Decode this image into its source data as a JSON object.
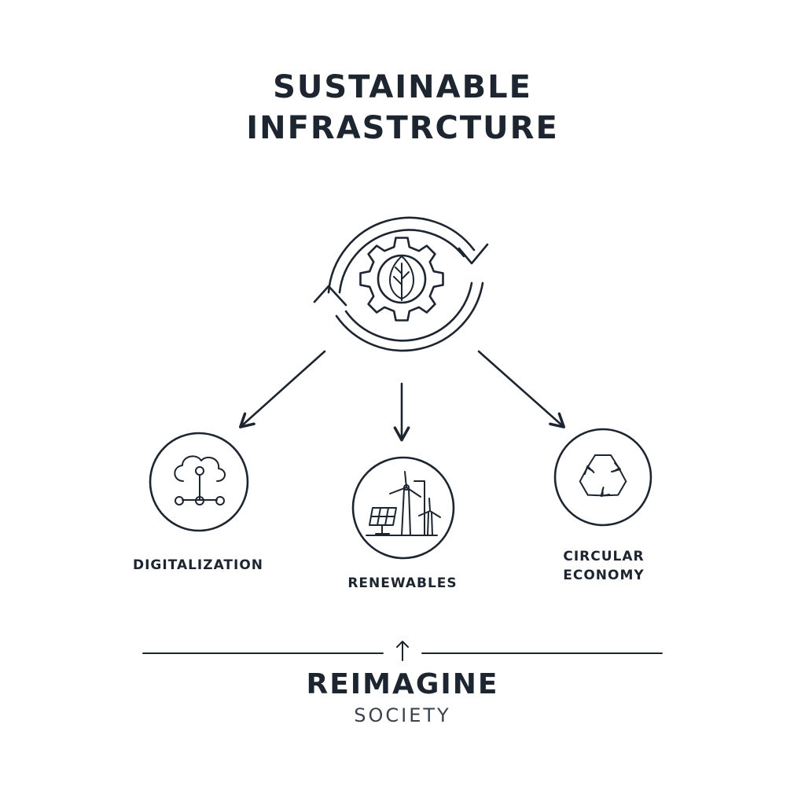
{
  "title": {
    "line1": "SUSTAINABLE",
    "line2": "INFRASTRCTURE"
  },
  "center_node": {
    "icon": "gear-leaf-cycle-icon"
  },
  "nodes": [
    {
      "label": "DIGITALIZATION",
      "icon": "cloud-network-icon"
    },
    {
      "label": "RENEWABLES",
      "icon": "wind-solar-icon"
    },
    {
      "label_lines": [
        "CIRCULAR",
        "ECONOMY"
      ],
      "icon": "recycle-icon"
    }
  ],
  "footer": {
    "title": "REIMAGINE",
    "subtitle": "SOCIETY"
  },
  "colors": {
    "ink": "#1d2530",
    "background": "#ffffff"
  }
}
